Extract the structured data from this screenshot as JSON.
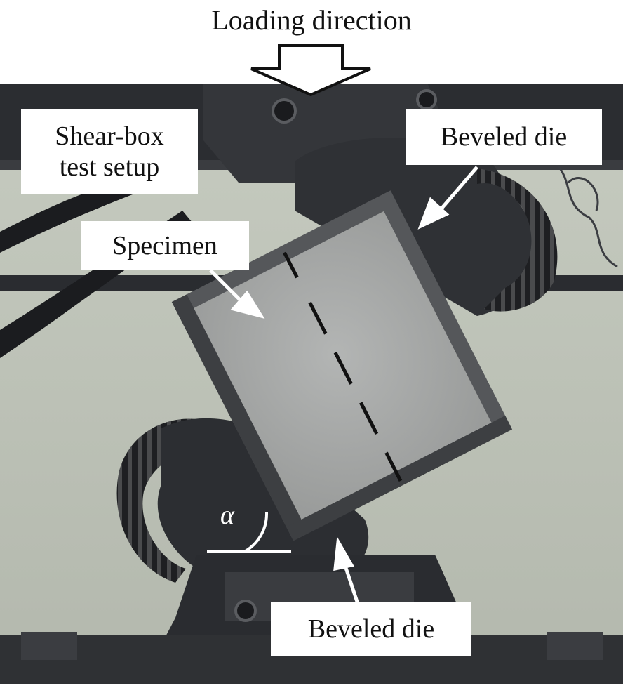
{
  "title": "Loading direction",
  "labels": {
    "shear_box_line1": "Shear-box",
    "shear_box_line2": "test setup",
    "beveled_die_top": "Beveled die",
    "specimen": "Specimen",
    "beveled_die_bottom": "Beveled die",
    "angle_symbol": "α"
  },
  "colors": {
    "background_wall": "#b9bdb2",
    "machine_dark": "#2a2c30",
    "specimen_face": "#a8aaa9",
    "steel_frame": "#55575a",
    "label_bg": "#ffffff",
    "arrow_white": "#ffffff"
  }
}
